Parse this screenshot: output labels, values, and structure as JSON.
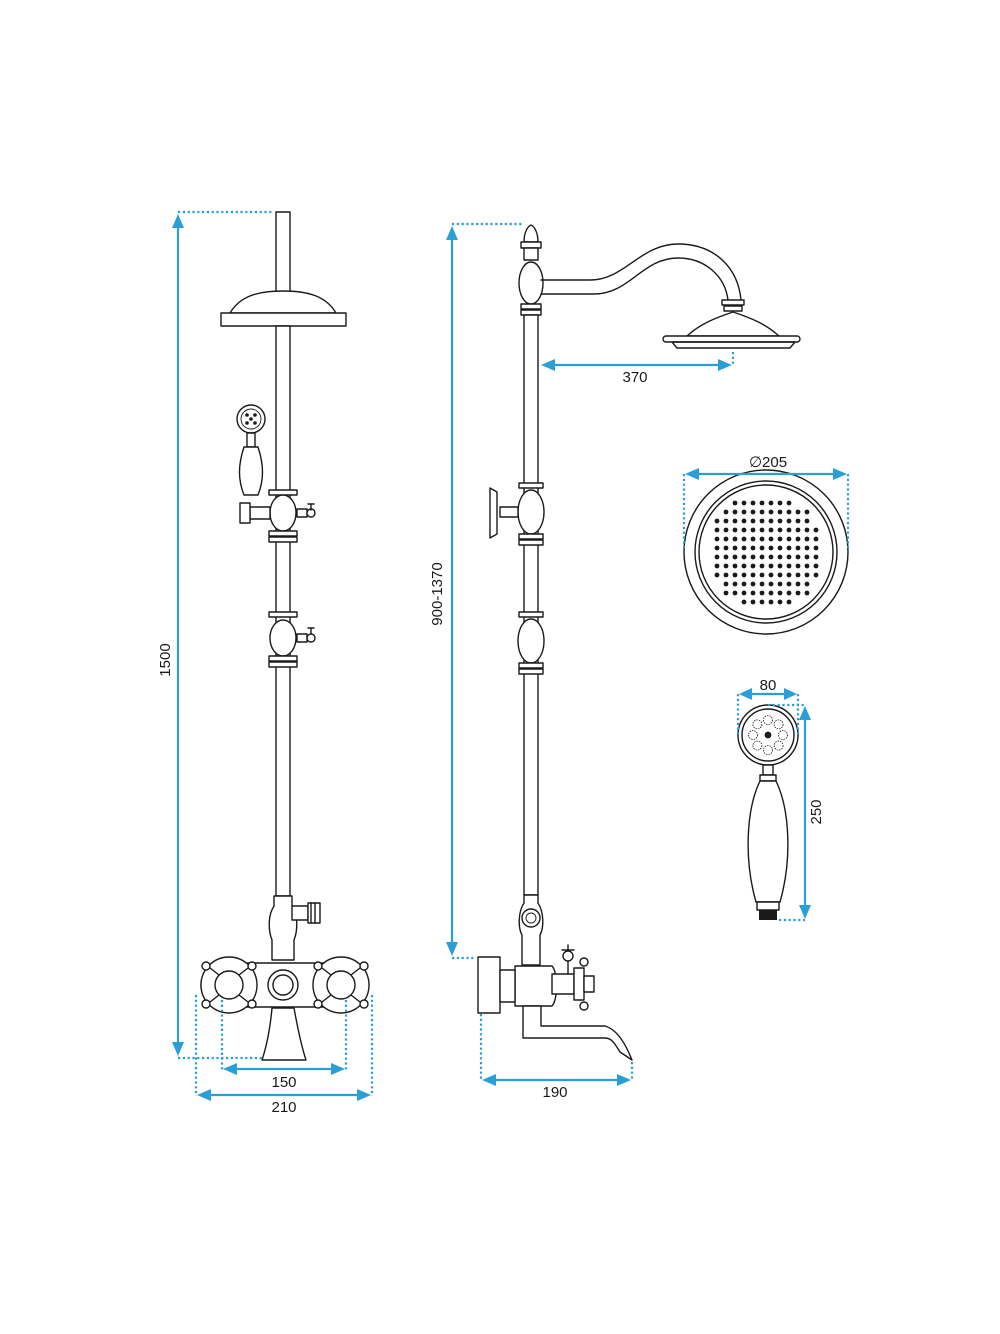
{
  "colors": {
    "dimension": "#2a9fd6",
    "outline": "#1a1a1a",
    "background": "#ffffff"
  },
  "dimensions": {
    "total_height": "1500",
    "adjustable_height": "900-1370",
    "arm_length": "370",
    "head_diameter_symbol": "∅",
    "head_diameter": "205",
    "hand_shower_width": "80",
    "hand_shower_length": "250",
    "handle_spacing": "150",
    "mixer_width": "210",
    "spout_projection": "190"
  }
}
